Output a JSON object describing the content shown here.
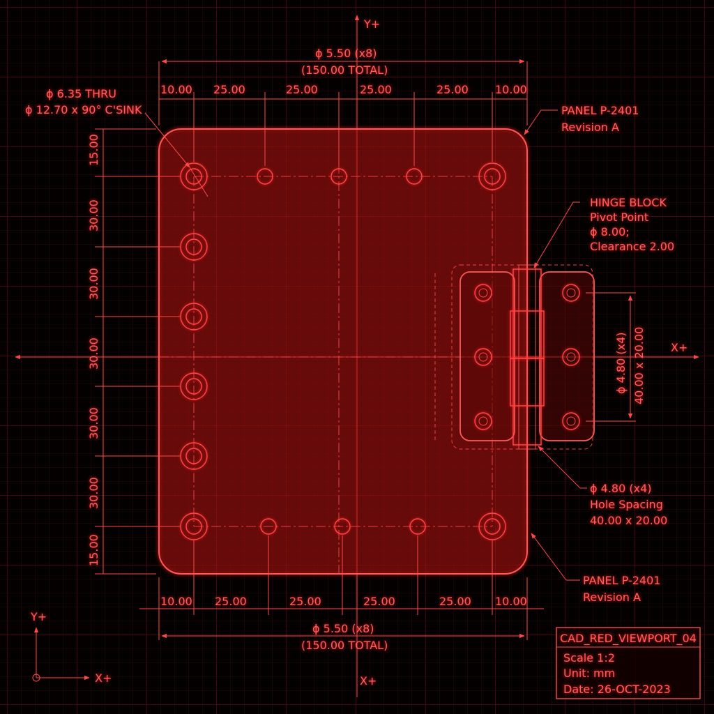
{
  "viewport_name": "CAD_RED_VIEWPORT_04",
  "axes": {
    "y_top": "Y+",
    "x_right": "X+",
    "y_small": "Y+",
    "x_small": "X+",
    "x_bottom": "X+"
  },
  "dimensions": {
    "top_overall": {
      "line1": "ϕ 5.50 (x8)",
      "line2": "(150.00 TOTAL)"
    },
    "bottom_overall": {
      "line1": "ϕ 5.50 (x8)",
      "line2": "(150.00 TOTAL)"
    },
    "top_spacing": [
      "10.00",
      "25.00",
      "25.00",
      "25.00",
      "25.00",
      "10.00"
    ],
    "bottom_spacing": [
      "10.00",
      "25.00",
      "25.00",
      "25.00",
      "25.00",
      "10.00"
    ],
    "left_spacing": [
      "15.00",
      "30.00",
      "30.00",
      "30.00",
      "30.00",
      "30.00",
      "15.00"
    ],
    "hinge_vertical": {
      "line1": "ϕ 4.80 (x4)",
      "line2": "40.00 x 20.00"
    }
  },
  "callouts": {
    "hole": {
      "line1": "ϕ 6.35 THRU",
      "line2": "ϕ 12.70 x 90° C'SINK"
    },
    "panel_top": {
      "line1": "PANEL P-2401",
      "line2": "Revision A"
    },
    "panel_bottom": {
      "line1": "PANEL P-2401",
      "line2": "Revision A"
    },
    "hinge": {
      "line1": "HINGE BLOCK",
      "line2": "Pivot Point",
      "line3": "ϕ 8.00;",
      "line4": "Clearance 2.00"
    },
    "hinge_holes": {
      "line1": "ϕ 4.80 (x4)",
      "line2": "Hole Spacing",
      "line3": "40.00 x 20.00"
    }
  },
  "title_block": {
    "name": "CAD_RED_VIEWPORT_04",
    "scale": "Scale 1:2",
    "unit": "Unit: mm",
    "date": "Date: 26-OCT-2023"
  },
  "colors": {
    "line": "#ff4a4a",
    "text": "#ff6060",
    "background": "#050000"
  }
}
